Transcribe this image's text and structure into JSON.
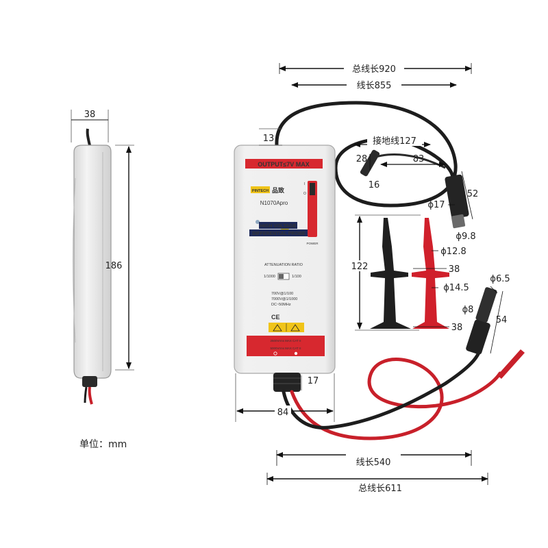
{
  "unit_label": "单位：mm",
  "dimensions": {
    "total_length_top": "总线长920",
    "length_top": "线长855",
    "ground_length": "接地线127",
    "d13": "13",
    "d28": "28",
    "d83": "83",
    "d16": "16",
    "d52": "52",
    "phi17": "ϕ17",
    "phi9_8": "ϕ9.8",
    "phi12_8": "ϕ12.8",
    "d122": "122",
    "d38a": "38",
    "phi14_5": "ϕ14.5",
    "d38b": "38",
    "phi6_5": "ϕ6.5",
    "phi8": "ϕ8",
    "d54": "54",
    "d17": "17",
    "d84": "84",
    "length_bottom": "线长540",
    "total_length_bottom": "总线长611",
    "side_width": "38",
    "side_height": "186"
  },
  "probe": {
    "output_banner": "OUTPUT≤7V MAX",
    "brand": "PINTECH",
    "brand_cn": "品致",
    "model": "N1070Apro",
    "title_line1": "HIGH VOLTAGE",
    "title_line2": "DIFFERENTIAL PROBE",
    "power_label": "POWER",
    "attenuation_label": "ATTENUATION RATIO",
    "ratio_left": "1/1000",
    "ratio_right": "1/100",
    "spec1": "700V@1/100",
    "spec2": "7000V@1/1000",
    "spec3": "DC~50MHz",
    "ce_mark": "CE",
    "cat_line1": "2500Vrms MAX CAT II",
    "cat_line2": "5000Vrms MAX CAT II",
    "switch_on": "I",
    "switch_off": "O"
  },
  "colors": {
    "probe_red": "#d7282f",
    "lead_red": "#c8202a",
    "cable_black": "#1d1d1d",
    "body_grey": "#ececec"
  }
}
